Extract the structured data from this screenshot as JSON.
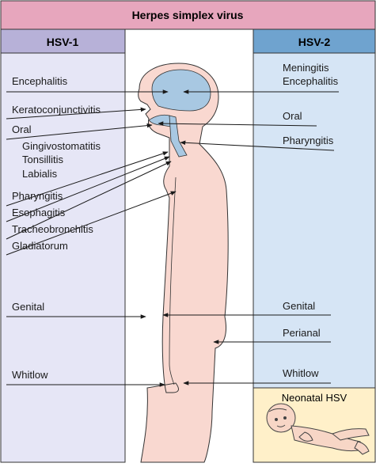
{
  "title": "Herpes simplex virus",
  "left_header": "HSV-1",
  "right_header": "HSV-2",
  "left_labels": [
    {
      "text": "Encephalitis"
    },
    {
      "text": "Keratoconjunctivitis"
    },
    {
      "text": "Oral"
    },
    {
      "text": "Gingivostomatitis"
    },
    {
      "text": "Tonsillitis"
    },
    {
      "text": "Labialis"
    },
    {
      "text": "Pharyngitis"
    },
    {
      "text": "Esophagitis"
    },
    {
      "text": "Tracheobronchitis"
    },
    {
      "text": "Gladiatorum"
    },
    {
      "text": "Genital"
    },
    {
      "text": "Whitlow"
    }
  ],
  "right_labels": [
    {
      "text": "Meningitis"
    },
    {
      "text": "Encephalitis"
    },
    {
      "text": "Oral"
    },
    {
      "text": "Pharyngitis"
    },
    {
      "text": "Genital"
    },
    {
      "text": "Perianal"
    },
    {
      "text": "Whitlow"
    }
  ],
  "neonatal_label": "Neonatal HSV",
  "colors": {
    "title_bar": "#e7a6bd",
    "left_header": "#b7b1d8",
    "left_panel": "#e6e6f6",
    "right_header": "#6fa3cf",
    "right_panel": "#d6e5f5",
    "body_fill": "#f9d8d0",
    "brain_fill": "#a8c8e2",
    "neonatal_bg": "#fff0c9"
  }
}
